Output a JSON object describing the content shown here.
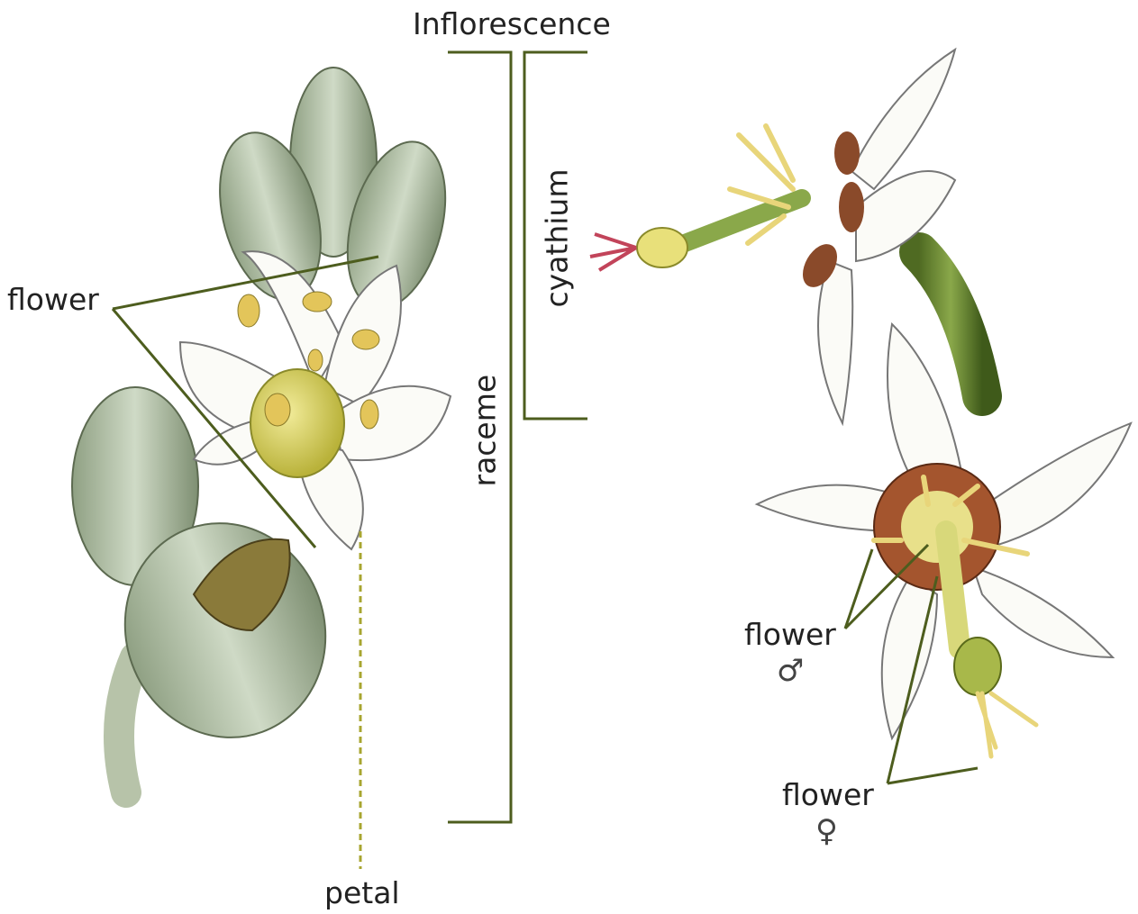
{
  "labels": {
    "inflorescence": "Inflorescence",
    "cyathium": "cyathium",
    "raceme": "raceme",
    "flower_left": "flower",
    "petal": "petal",
    "flower_male": "flower",
    "male_symbol": "♂",
    "flower_female": "flower",
    "female_symbol": "♀"
  },
  "colors": {
    "leader_line": "#4d5d1e",
    "petal_leader": "#a8a630",
    "bud": "#b7c6ac",
    "bud_dark": "#7e8f72",
    "petal": "#fbfbf7",
    "ovary": "#d8d060",
    "stamen": "#e3c55a",
    "gland": "#8a4a2a",
    "stem_green": "#6f8a3a"
  }
}
